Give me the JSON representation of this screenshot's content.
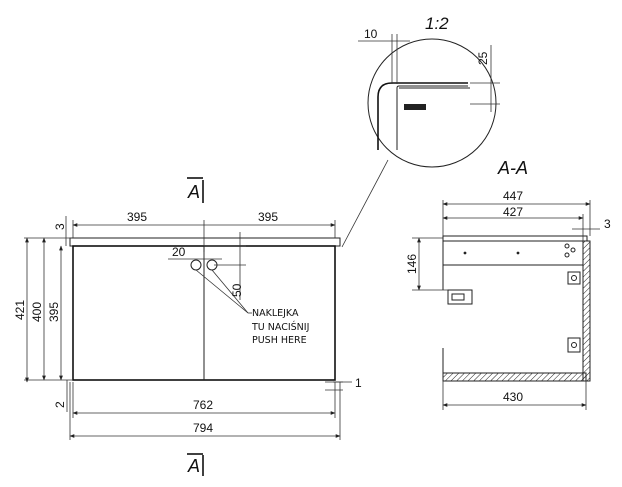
{
  "detail_scale": "1:2",
  "section_title": "A-A",
  "section_mark": "A",
  "front_view": {
    "dim_top_left": "395",
    "dim_top_right": "395",
    "dim_3": "3",
    "dim_421": "421",
    "dim_400": "400",
    "dim_395_vertical": "395",
    "dim_2": "2",
    "dim_1": "1",
    "dim_762": "762",
    "dim_794": "794",
    "dim_20": "20",
    "dim_50": "50"
  },
  "label": {
    "line1": "NAKLEJKA",
    "line2": "TU NACIŚNIJ",
    "line3": "PUSH HERE"
  },
  "detail": {
    "dim_10": "10",
    "dim_25": "25"
  },
  "section_view": {
    "dim_447": "447",
    "dim_427": "427",
    "dim_3": "3",
    "dim_146": "146",
    "dim_430": "430"
  },
  "colors": {
    "line": "#222222",
    "background": "#ffffff"
  }
}
